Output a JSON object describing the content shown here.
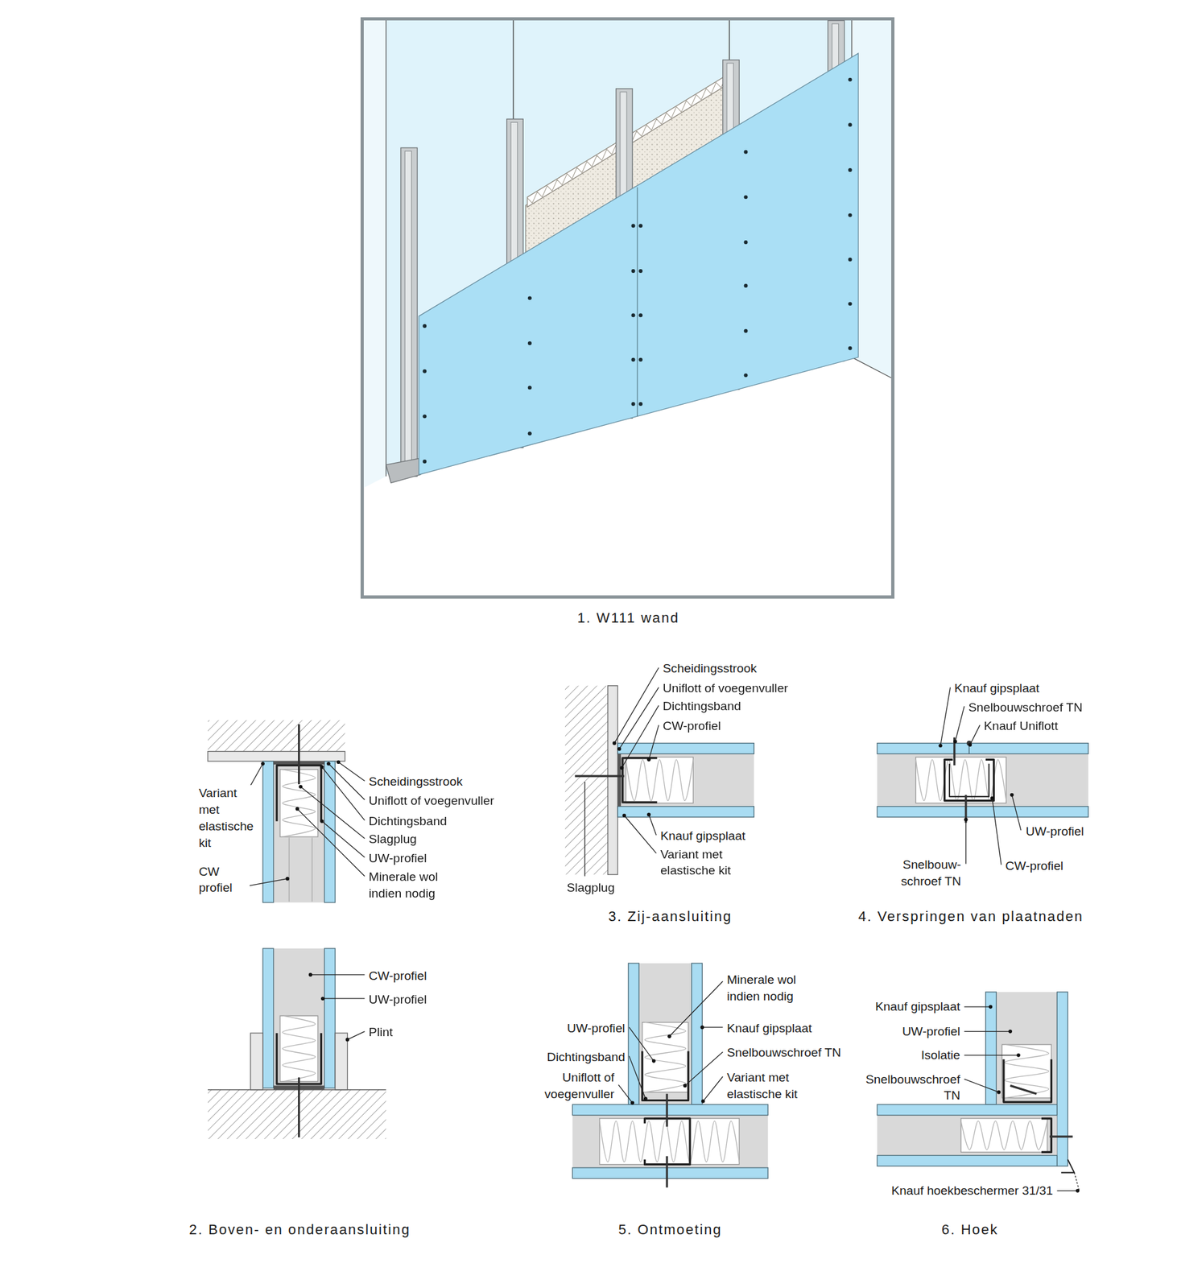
{
  "diagram": {
    "labels": [
      "1. W111 wand",
      "Variant met elastische kit",
      "CW profiel",
      "Scheidingsstrook",
      "Uniflott of voegenvuller",
      "Dichtingsband",
      "Slagplug",
      "UW-profiel",
      "Minerale wol indien nodig",
      "CW-profiel",
      "UW-profiel",
      "Plint",
      "2. Boven- en onderaansluiting",
      "Scheidingsstrook",
      "Uniflott of voegenvuller",
      "Dichtingsband",
      "CW-profiel",
      "Knauf gipsplaat",
      "Variant met elastische kit",
      "Slagplug",
      "3. Zij-aansluiting",
      "Knauf gipsplaat",
      "Snelbouwschroef TN",
      "Knauf Uniflott",
      "UW-profiel",
      "Snelbouw- schroef TN",
      "CW-profiel",
      "4. Verspringen van plaatnaden",
      "Minerale wol indien nodig",
      "UW-profiel",
      "Knauf gipsplaat",
      "Dichtingsband",
      "Snelbouwschroef TN",
      "Uniflott of voegenvuller",
      "Variant met elastische kit",
      "5. Ontmoeting",
      "Knauf gipsplaat",
      "UW-profiel",
      "Isolatie",
      "Snelbouwschroef TN",
      "Knauf hoekbeschermer 31/31",
      "6. Hoek"
    ]
  }
}
